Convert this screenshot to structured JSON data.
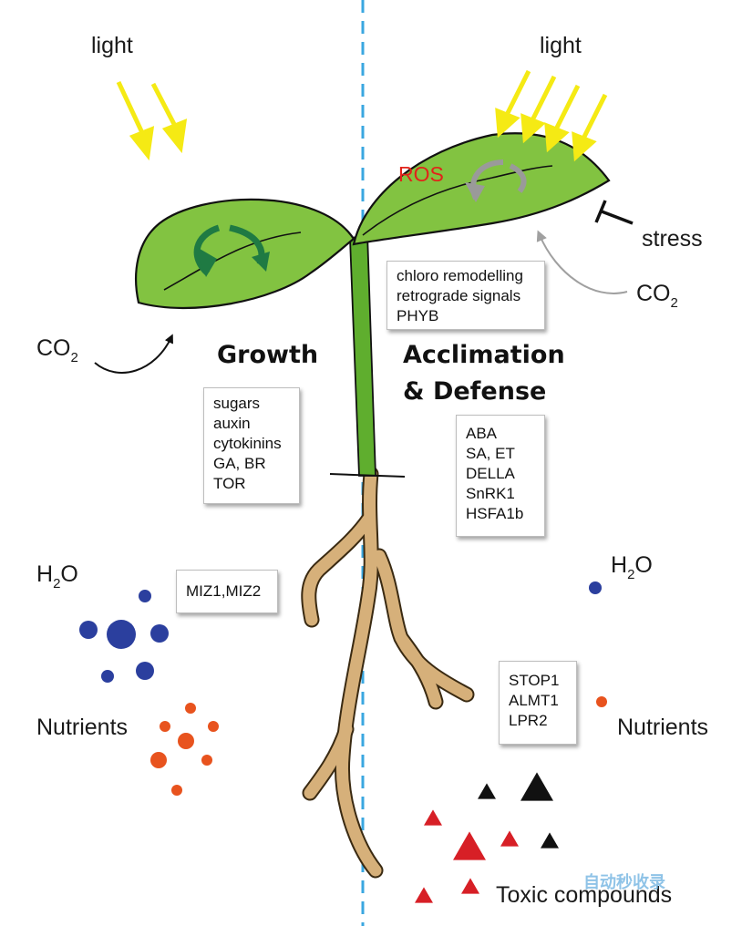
{
  "labels": {
    "light_left": "light",
    "light_right": "light",
    "ros": "ROS",
    "stress": "stress",
    "co2_left": "CO",
    "co2_right": "CO",
    "co2_subscript": "2",
    "h2o_left": "H",
    "h2o_right": "H",
    "h2o_subscript": "2",
    "h2o_suffix": "O",
    "nutrients_left": "Nutrients",
    "nutrients_right": "Nutrients",
    "toxic": "Toxic compounds"
  },
  "headings": {
    "growth": "Growth",
    "acclimation_line1": "Acclimation",
    "acclimation_line2": "& Defense"
  },
  "boxes": {
    "chloro": [
      "chloro remodelling",
      "retrograde signals",
      "PHYB"
    ],
    "growth": [
      "sugars",
      "auxin",
      "cytokinins",
      "GA, BR",
      "TOR"
    ],
    "defense": [
      "ABA",
      "SA, ET",
      "DELLA",
      "SnRK1",
      "HSFA1b"
    ],
    "miz": [
      "MIZ1,MIZ2"
    ],
    "stop": [
      "STOP1",
      "ALMT1",
      "LPR2"
    ]
  },
  "watermark": "自动秒收录",
  "colors": {
    "leaf": "#82c341",
    "stem": "#5fae2e",
    "root": "#d6b07a",
    "light_arrow": "#f5ea14",
    "h2o_dot": "#2b3f9e",
    "nutrient_dot": "#e8531e",
    "toxic_red": "#d71f26",
    "toxic_black": "#111111",
    "divider": "#3aa7e0",
    "ros_text": "#e2231a",
    "cycle_arrow_left": "#1f7a43",
    "cycle_arrow_right": "#9a9a9a"
  }
}
